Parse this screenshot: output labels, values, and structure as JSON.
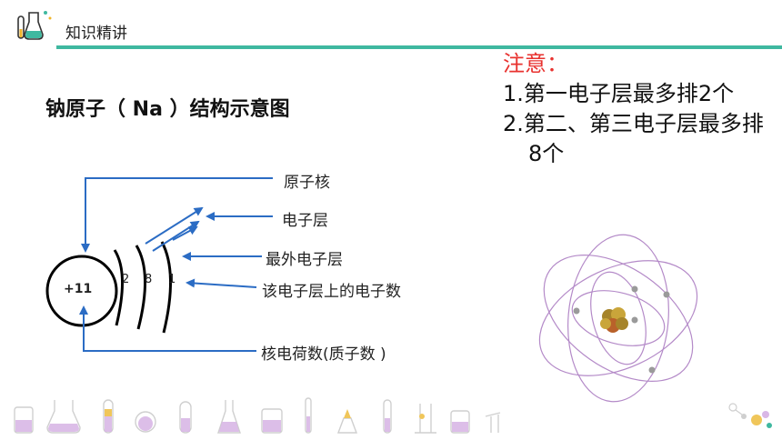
{
  "header": {
    "title": "知识精讲"
  },
  "diagram": {
    "title": "钠原子（ Na ）结构示意图",
    "nucleus_charge": "+11",
    "shell_counts": [
      "2",
      "8",
      "1"
    ],
    "labels": {
      "nucleus": "原子核",
      "shell": "电子层",
      "outer_shell": "最外电子层",
      "electrons_count": "该电子层上的电子数",
      "nuclear_charge": "核电荷数(质子数 )"
    }
  },
  "note": {
    "title": "注意：",
    "items": [
      "1.第一电子层最多排2个",
      "2.第二、第三电子层最多排8个"
    ]
  },
  "colors": {
    "accent": "#3fb8a0",
    "arrow": "#2b6cc4",
    "note_title": "#e8322f",
    "orbit": "#b48ac8"
  }
}
